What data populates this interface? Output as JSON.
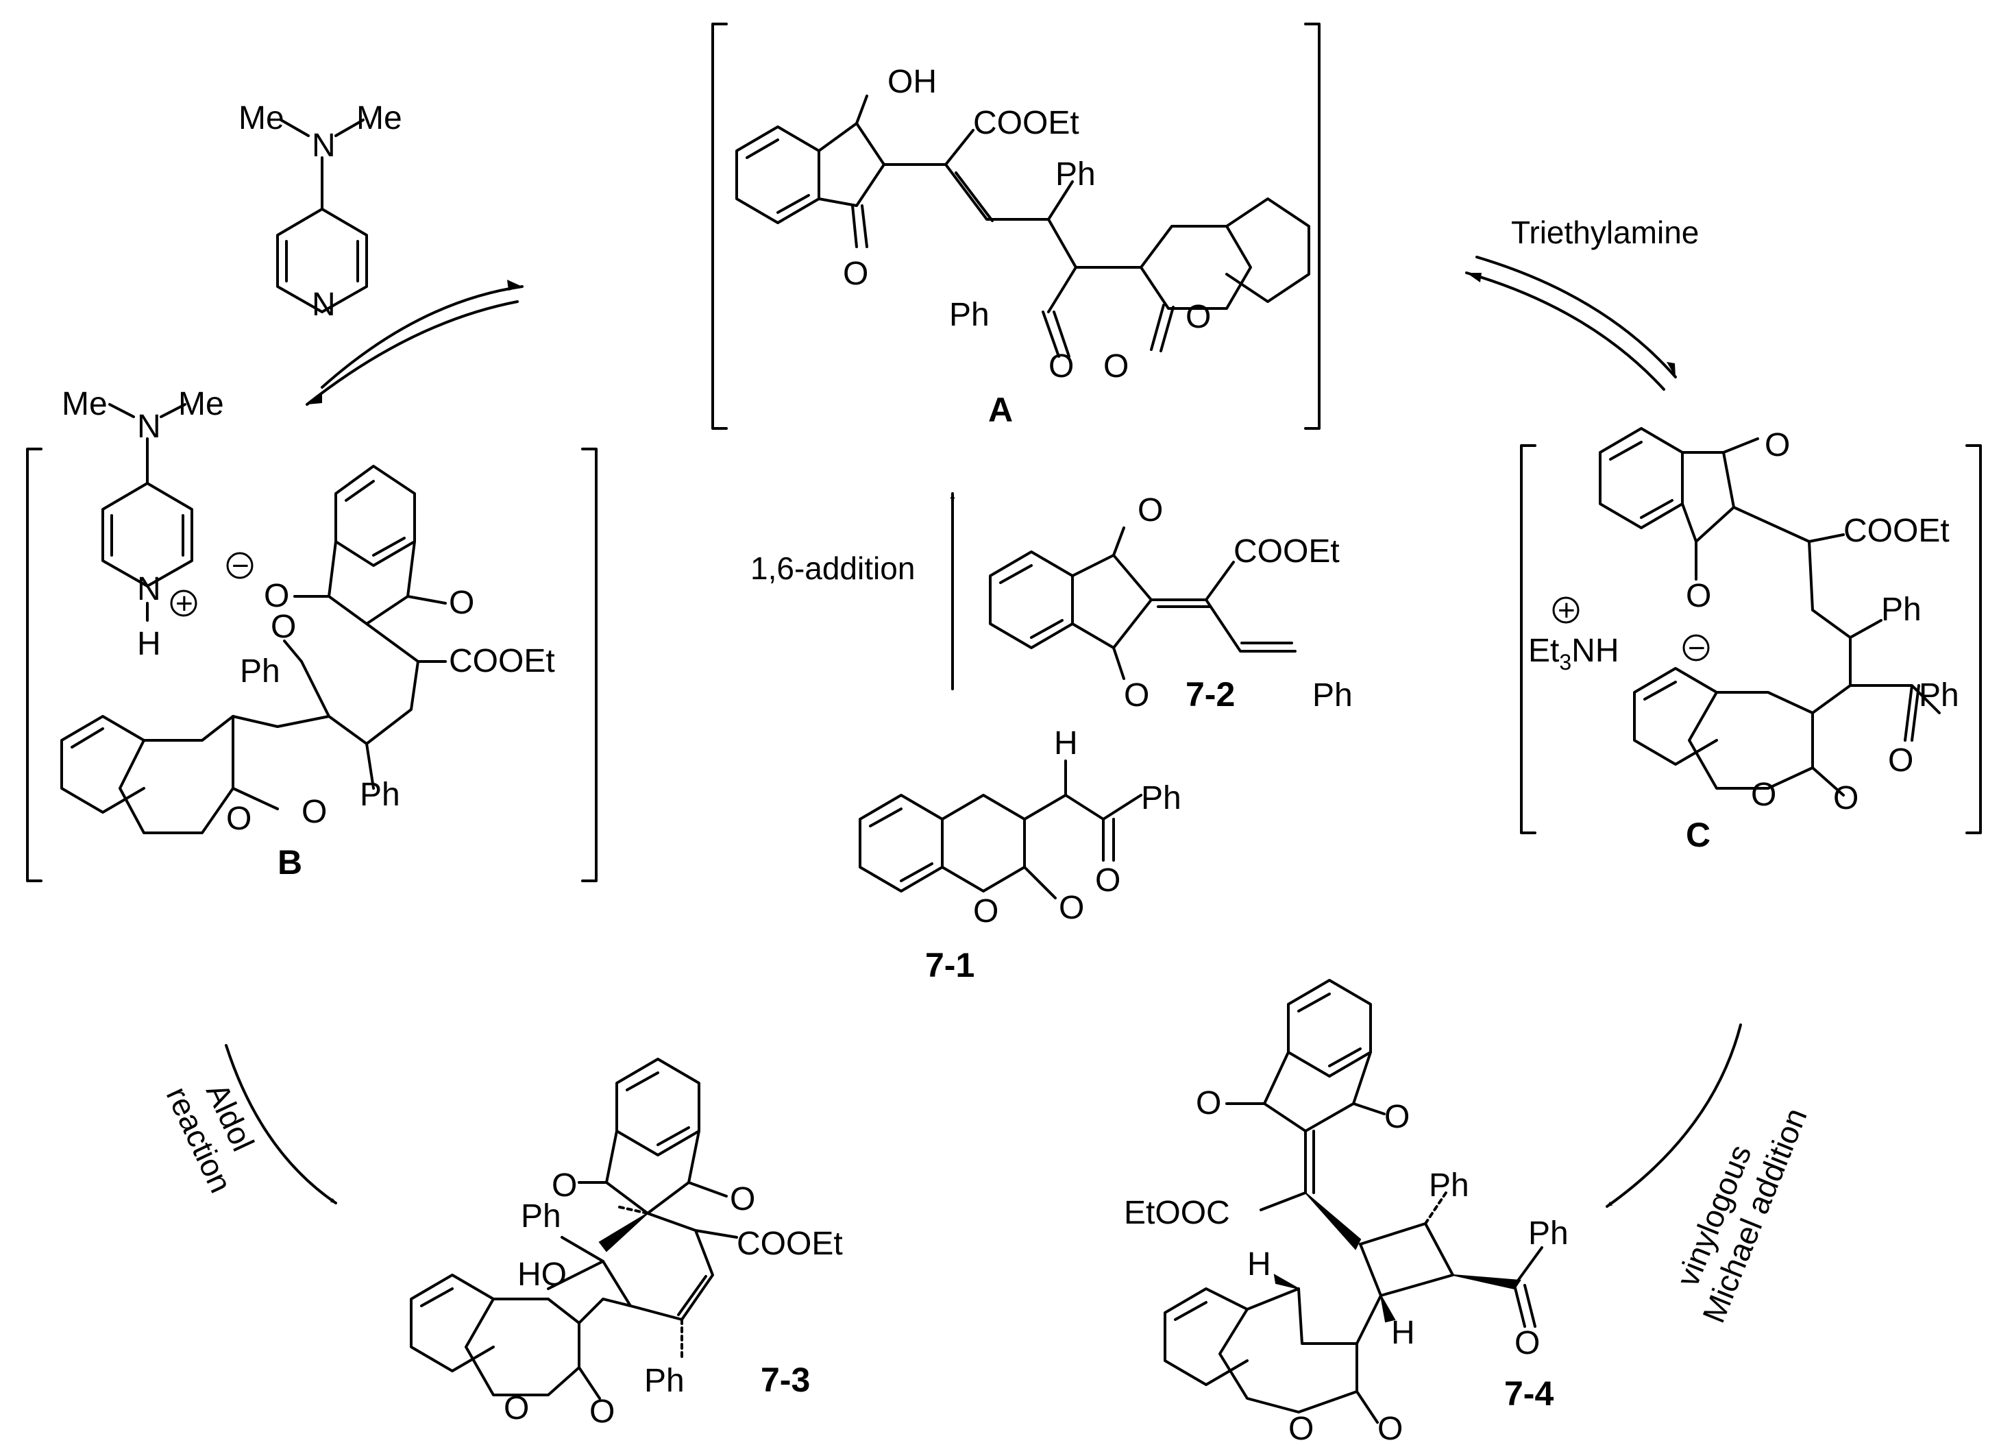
{
  "scheme": {
    "compounds": {
      "dmap": {
        "substituent_left": "Me",
        "substituent_right": "Me",
        "amine_n": "N",
        "ring_n": "N"
      },
      "A": {
        "label": "A",
        "hydroxyl": "OH",
        "ester": "COOEt",
        "phenyl": "Ph",
        "acyl_phenyl": "Ph",
        "ketone_o": "O",
        "acyl_o": "O",
        "lactone_o_carbonyl": "O",
        "lactone_o_ring": "O"
      },
      "B": {
        "label": "B",
        "nme_left": "Me",
        "nme_right": "Me",
        "amine_n": "N",
        "pyridinium_n": "N",
        "pyridinium_h": "H",
        "plus": "+",
        "minus": "−",
        "enolate_o": "O",
        "ketone_o": "O",
        "ester": "COOEt",
        "acyl_o": "O",
        "acyl_phenyl": "Ph",
        "phenyl": "Ph",
        "lactone_o_ring": "O",
        "lactone_o_carbonyl": "O"
      },
      "C": {
        "label": "C",
        "ketone_o": "O",
        "ester": "COOEt",
        "enolate_o": "O",
        "minus": "−",
        "ammonium": "Et3NH",
        "ammonium_et": "Et",
        "ammonium_sub": "3",
        "ammonium_nh": "NH",
        "plus": "+",
        "phenyl": "Ph",
        "acyl_phenyl": "Ph",
        "acyl_o": "O",
        "lactone_o_ring": "O",
        "lactone_o_carbonyl": "O"
      },
      "s71": {
        "label": "7-1",
        "hydrogen": "H",
        "acyl_phenyl": "Ph",
        "acyl_o": "O",
        "lactone_o_ring": "O",
        "lactone_o_carbonyl": "O"
      },
      "s72": {
        "label": "7-2",
        "ketone_o_top": "O",
        "ketone_o_bottom": "O",
        "ester": "COOEt",
        "phenyl": "Ph"
      },
      "s73": {
        "label": "7-3",
        "ketone_o_left": "O",
        "ketone_o_right": "O",
        "phenyl_top": "Ph",
        "hydroxyl": "HO",
        "ester": "COOEt",
        "phenyl_bottom": "Ph",
        "lactone_o_ring": "O",
        "lactone_o_carbonyl": "O"
      },
      "s74": {
        "label": "7-4",
        "ketone_o_left": "O",
        "ketone_o_right": "O",
        "ester": "EtOOC",
        "phenyl": "Ph",
        "acyl_phenyl": "Ph",
        "acyl_o": "O",
        "h_left": "H",
        "h_right": "H",
        "lactone_o_ring": "O",
        "lactone_o_carbonyl": "O"
      }
    },
    "conditions": {
      "addition": "1,6-addition",
      "base": "Triethylamine",
      "aldol_line1": "Aldol",
      "aldol_line2": "reaction",
      "michael_line1": "vinylogous",
      "michael_line2": "Michael addition"
    }
  }
}
